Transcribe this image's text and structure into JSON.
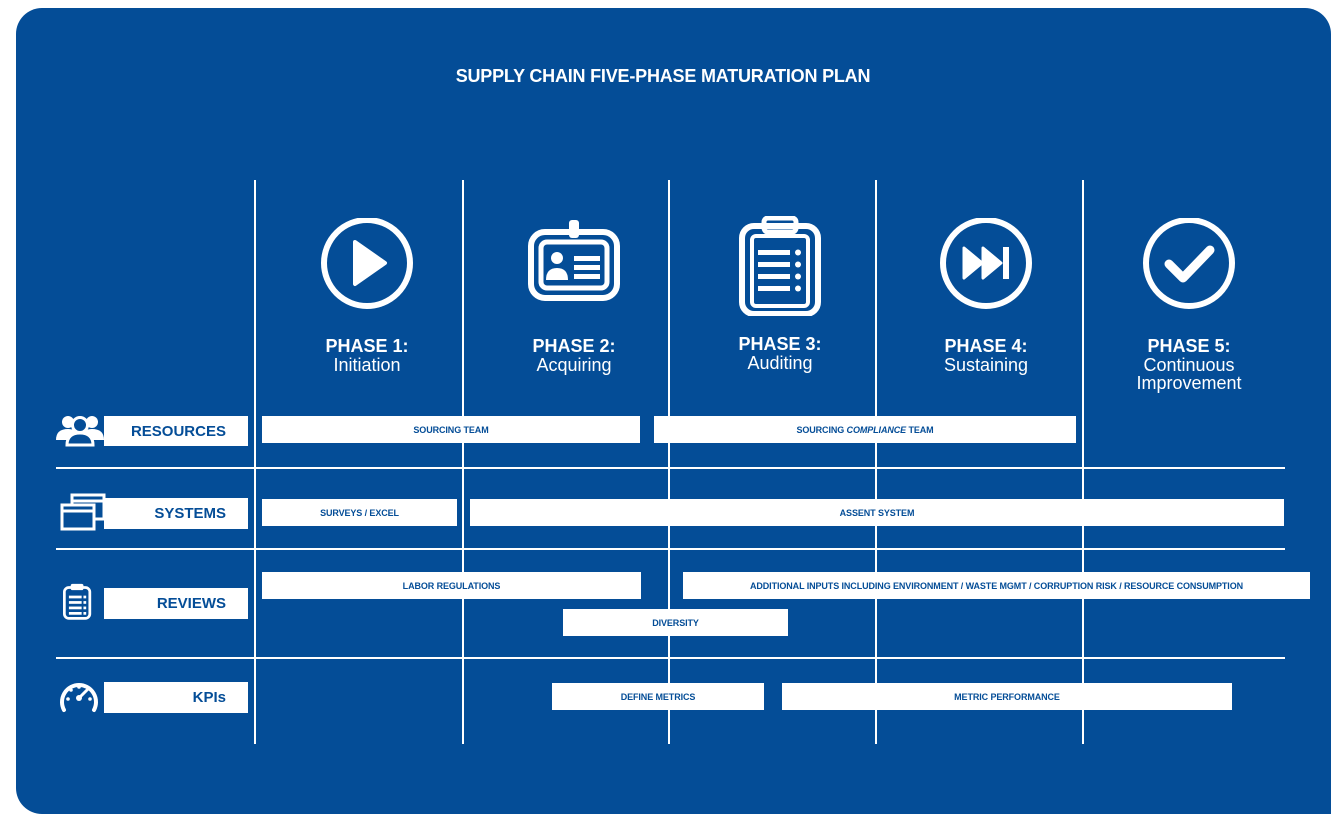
{
  "title": "SUPPLY CHAIN FIVE-PHASE MATURATION PLAN",
  "colors": {
    "background": "#044d97",
    "foreground": "#ffffff"
  },
  "phases": [
    {
      "number": "PHASE 1:",
      "name": "Initiation",
      "icon": "play-icon"
    },
    {
      "number": "PHASE 2:",
      "name": "Acquiring",
      "icon": "id-badge-icon"
    },
    {
      "number": "PHASE 3:",
      "name": "Auditing",
      "icon": "clipboard-icon"
    },
    {
      "number": "PHASE 4:",
      "name": "Sustaining",
      "icon": "fast-forward-icon"
    },
    {
      "number": "PHASE 5:",
      "name": "Continuous Improvement",
      "icon": "checkmark-icon"
    }
  ],
  "rows": [
    {
      "label": "RESOURCES",
      "icon": "people-icon"
    },
    {
      "label": "SYSTEMS",
      "icon": "windows-icon"
    },
    {
      "label": "REVIEWS",
      "icon": "checklist-icon"
    },
    {
      "label": "KPIs",
      "icon": "speedometer-icon"
    }
  ],
  "bars": {
    "sourcing_team": "SOURCING TEAM",
    "sourcing_compliance_pre": "SOURCING ",
    "sourcing_compliance_em": "COMPLIANCE",
    "sourcing_compliance_post": " TEAM",
    "surveys_excel": "SURVEYS / EXCEL",
    "assent_system": "ASSENT SYSTEM",
    "labor_regulations": "LABOR REGULATIONS",
    "additional_inputs": "ADDITIONAL INPUTS INCLUDING ENVIRONMENT / WASTE MGMT / CORRUPTION RISK / RESOURCE CONSUMPTION",
    "diversity": "DIVERSITY",
    "define_metrics": "DEFINE METRICS",
    "metric_performance": "METRIC PERFORMANCE"
  }
}
